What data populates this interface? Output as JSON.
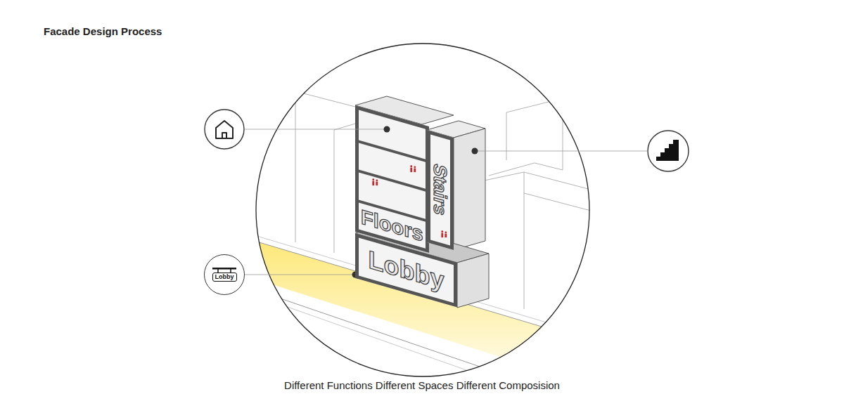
{
  "diagram": {
    "title": "Facade Design Process",
    "caption": "Different Functions Different Spaces Different Composision",
    "nodes": [
      {
        "text": [
          "Floors"
        ]
      },
      {
        "text": [
          "Stairs"
        ]
      },
      {
        "text": [
          "Lobby"
        ]
      },
      {
        "text": [
          "Lobby"
        ]
      }
    ],
    "edges": [
      {
        "from": 3,
        "to": 2,
        "arrow": "none"
      }
    ]
  }
}
